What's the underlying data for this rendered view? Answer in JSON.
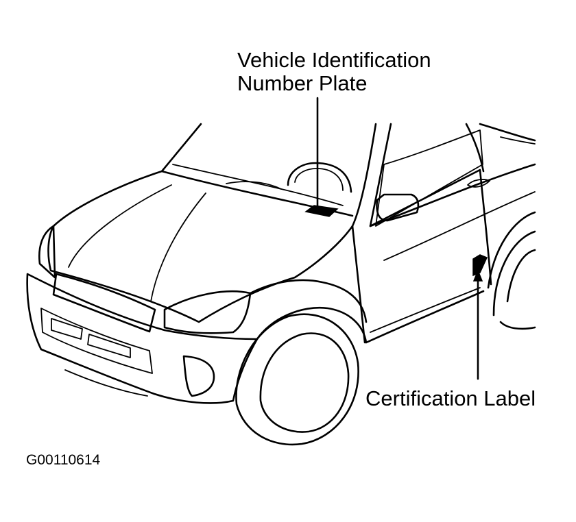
{
  "labels": {
    "vin_plate_line1": "Vehicle Identification",
    "vin_plate_line2": "Number Plate",
    "certification_label": "Certification Label",
    "figure_id": "G00110614"
  },
  "colors": {
    "line": "#000000",
    "background": "#ffffff"
  }
}
